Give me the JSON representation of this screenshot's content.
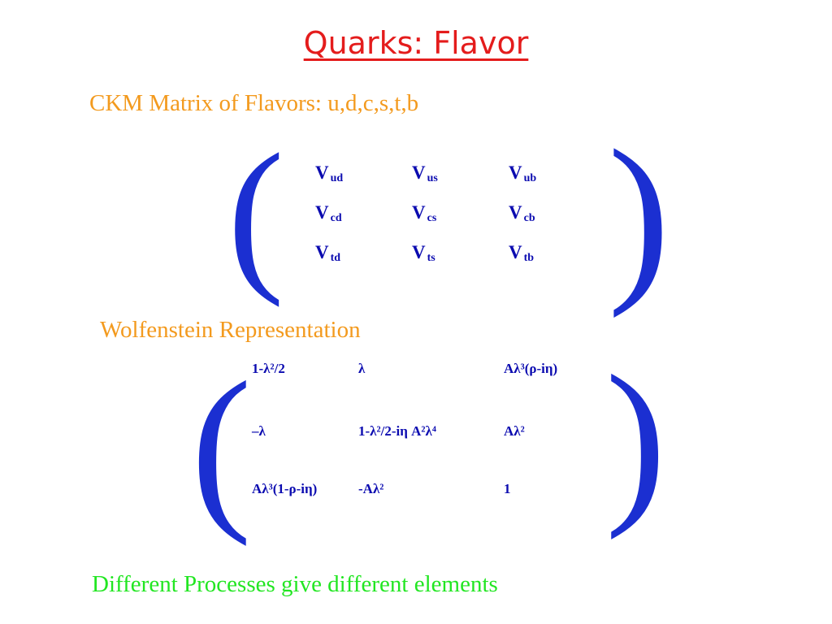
{
  "title": "Quarks: Flavor",
  "ckm_heading": "CKM Matrix of Flavors: u,d,c,s,t,b",
  "ckm_matrix": {
    "rows": [
      [
        {
          "base": "V",
          "sub": "ud"
        },
        {
          "base": "V",
          "sub": "us"
        },
        {
          "base": "V",
          "sub": "ub"
        }
      ],
      [
        {
          "base": "V",
          "sub": "cd"
        },
        {
          "base": "V",
          "sub": "cs"
        },
        {
          "base": "V",
          "sub": "cb"
        }
      ],
      [
        {
          "base": "V",
          "sub": "td"
        },
        {
          "base": "V",
          "sub": "ts"
        },
        {
          "base": "V",
          "sub": "tb"
        }
      ]
    ]
  },
  "wolfenstein_heading": "Wolfenstein Representation",
  "wolfenstein_matrix": {
    "rows": [
      [
        "1-λ²/2",
        "λ",
        "Aλ³(ρ-iη)"
      ],
      [
        "–λ",
        "1-λ²/2-iη A²λ⁴",
        "Aλ²"
      ],
      [
        "Aλ³(1-ρ-iη)",
        "-Aλ²",
        "1"
      ]
    ]
  },
  "footer_text": "Different Processes give different elements",
  "colors": {
    "title": "#e41c1c",
    "headings": "#f39a1e",
    "footer": "#22e622",
    "parentheses": "#1b2fd1",
    "matrix_text": "#0b0bb0"
  }
}
